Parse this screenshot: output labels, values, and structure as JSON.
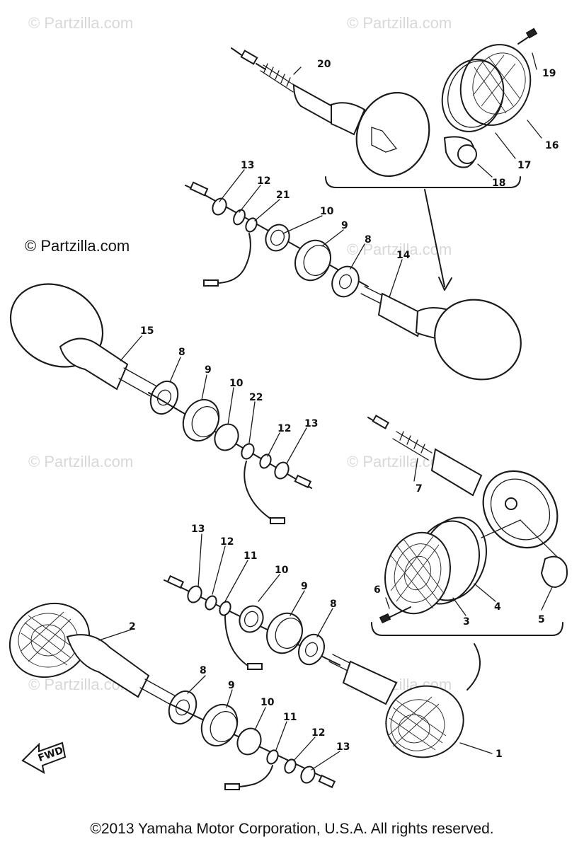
{
  "watermark": "© Partzilla.com",
  "watermark_visible": "© Partzilla.com",
  "copyright": "©2013 Yamaha Motor Corporation, U.S.A. All rights reserved.",
  "fwd_label": "FWD",
  "callouts": [
    "1",
    "2",
    "3",
    "4",
    "5",
    "6",
    "7",
    "8",
    "9",
    "10",
    "11",
    "12",
    "13",
    "14",
    "15",
    "16",
    "17",
    "18",
    "19",
    "20",
    "21",
    "22"
  ]
}
